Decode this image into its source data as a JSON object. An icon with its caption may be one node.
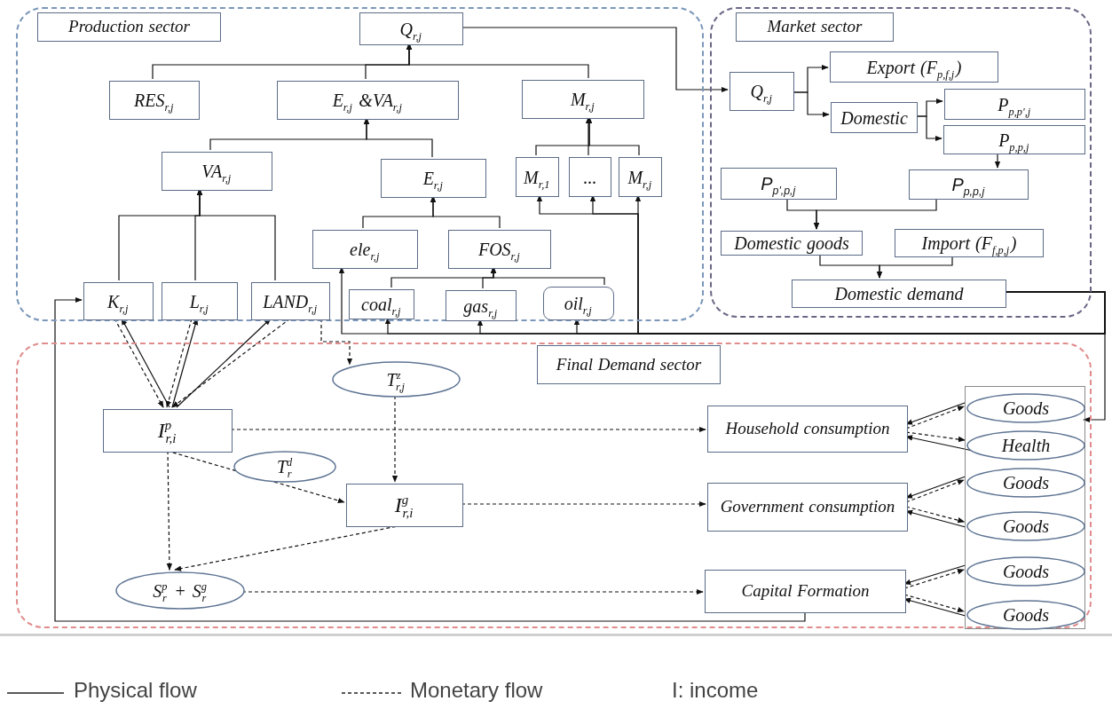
{
  "diagram": {
    "nodes": [
      {
        "text": [],
        "shape": "box"
      },
      {
        "text": [
          "Q$_{r,j}$"
        ],
        "in": 0
      },
      {
        "text": [
          "RES$_{r,j}$"
        ],
        "in": 0
      },
      {
        "text": [
          "E$_{r,j}$ &VA$_{r,j}$"
        ],
        "in": 0
      },
      {
        "text": [
          "M$_{r,j}$"
        ],
        "in": 0
      },
      {
        "text": [
          "VA$_{r,j}$"
        ],
        "in": 0
      },
      {
        "text": [
          "E$_{r,j}$"
        ],
        "in": 0
      },
      {
        "text": [
          "M$_{r,1}$"
        ],
        "in": 0
      },
      {
        "text": [
          "..."
        ],
        "in": 0
      },
      {
        "text": [
          "M$_{r,j}$"
        ],
        "in": 0
      },
      {
        "text": [
          "ele$_{r,j}$"
        ],
        "in": 0
      },
      {
        "text": [
          "FOS$_{r,j}$"
        ],
        "in": 0
      },
      {
        "text": [
          "K$_{r,j}$"
        ],
        "in": 0
      },
      {
        "text": [
          "L$_{r,j}$"
        ],
        "in": 0
      },
      {
        "text": [
          "LAND$_{r,j}$"
        ],
        "in": 0
      },
      {
        "text": [
          "coal$_{r,j}$"
        ],
        "in": 0
      },
      {
        "text": [
          "gas$_{r,j}$"
        ],
        "in": 0
      },
      {
        "text": [
          "oil$_{r,j}$"
        ],
        "in": 0
      },
      {
        "text": [],
        "shape": "box"
      },
      {
        "text": [
          "Q$_{r,j}$"
        ],
        "in": 18
      },
      {
        "text": [
          "Export (F$_{p,f,j}$)"
        ],
        "in": 18
      },
      {
        "text": [
          "Domestic"
        ],
        "in": 18
      },
      {
        "text": [
          "P$_{p,p',j}$"
        ],
        "in": 18
      },
      {
        "text": [
          "P$_{p,p,j}$"
        ],
        "in": 18
      },
      {
        "text": [
          "P$_{p',p,j}$"
        ],
        "in": 18
      },
      {
        "text": [
          "P$_{p,p,j}$"
        ],
        "in": 18
      },
      {
        "text": [
          "Domestic goods"
        ],
        "in": 18
      },
      {
        "text": [
          "Import (F$_{f,p,j}$)"
        ],
        "in": 18
      },
      {
        "text": [
          "Domestic demand"
        ],
        "in": 18
      },
      {
        "text": [],
        "shape": "box"
      },
      {
        "text": [
          "T$^{z}$$_{r,j}$"
        ],
        "in": 29
      },
      {
        "text": [
          "I$^{p}$$_{r,i}$"
        ],
        "in": 29
      },
      {
        "text": [
          "T$^{d}$$_{r}$"
        ],
        "in": 29
      },
      {
        "text": [
          "I$^{g}$$_{r,i}$"
        ],
        "in": 29
      },
      {
        "text": [
          "S$^{p}$$_{r}$ + S$^{g}$$_{r}$"
        ],
        "in": 29
      },
      {
        "text": [
          "Household consumption"
        ],
        "in": 29
      },
      {
        "text": [
          "Government consumption"
        ],
        "in": 29
      },
      {
        "text": [
          "Capital Formation"
        ],
        "in": 29
      },
      {
        "text": [],
        "shape": "box",
        "in": 29
      },
      {
        "text": [
          "Goods"
        ],
        "in": 38
      },
      {
        "text": [
          "Health"
        ],
        "in": 38
      },
      {
        "text": [
          "Goods"
        ],
        "in": 38
      },
      {
        "text": [
          "Goods"
        ],
        "in": 38
      },
      {
        "text": [
          "Goods"
        ],
        "in": 38
      },
      {
        "text": [
          "Goods"
        ],
        "in": 38
      },
      {
        "text": [
          "Production sector"
        ],
        "in": 0
      },
      {
        "text": [
          "Market sector"
        ],
        "in": 18
      },
      {
        "text": [
          "Final Demand sector"
        ],
        "in": 29
      }
    ],
    "edges": [
      {
        "from": 2,
        "to": 1,
        "arrow": "to"
      },
      {
        "from": 3,
        "to": 1,
        "arrow": "to"
      },
      {
        "from": 4,
        "to": 1,
        "arrow": "to"
      },
      {
        "from": 5,
        "to": 3,
        "arrow": "to"
      },
      {
        "from": 6,
        "to": 3,
        "arrow": "to"
      },
      {
        "from": 7,
        "to": 4,
        "arrow": "to"
      },
      {
        "from": 8,
        "to": 4,
        "arrow": "to"
      },
      {
        "from": 9,
        "to": 4,
        "arrow": "to"
      },
      {
        "from": 10,
        "to": 6,
        "arrow": "to"
      },
      {
        "from": 11,
        "to": 6,
        "arrow": "to"
      },
      {
        "from": 12,
        "to": 5,
        "arrow": "to"
      },
      {
        "from": 13,
        "to": 5,
        "arrow": "to"
      },
      {
        "from": 14,
        "to": 5,
        "arrow": "to"
      },
      {
        "from": 15,
        "to": 11,
        "arrow": "to"
      },
      {
        "from": 16,
        "to": 11,
        "arrow": "to"
      },
      {
        "from": 17,
        "to": 11,
        "arrow": "to"
      },
      {
        "from": 1,
        "to": 19,
        "arrow": "to"
      },
      {
        "from": 19,
        "to": 20,
        "arrow": "to"
      },
      {
        "from": 19,
        "to": 21,
        "arrow": "to"
      },
      {
        "from": 21,
        "to": 22,
        "arrow": "to"
      },
      {
        "from": 21,
        "to": 23,
        "arrow": "to"
      },
      {
        "from": 23,
        "to": 25,
        "arrow": "to"
      },
      {
        "from": 24,
        "to": 26,
        "arrow": "to"
      },
      {
        "from": 25,
        "to": 26,
        "arrow": "to"
      },
      {
        "from": 26,
        "to": 28,
        "arrow": "to"
      },
      {
        "from": 27,
        "to": 28,
        "arrow": "to"
      },
      {
        "from": 28,
        "to": 38,
        "arrow": "to"
      },
      {
        "from": 28,
        "to": 10,
        "arrow": "to"
      },
      {
        "from": 28,
        "to": 15,
        "arrow": "to"
      },
      {
        "from": 28,
        "to": 16,
        "arrow": "to"
      },
      {
        "from": 28,
        "to": 17,
        "arrow": "to"
      },
      {
        "from": 28,
        "to": 7,
        "arrow": "to"
      },
      {
        "from": 28,
        "to": 8,
        "arrow": "to"
      },
      {
        "from": 28,
        "to": 9,
        "arrow": "to"
      },
      {
        "from": 31,
        "to": 12,
        "arrow": "to"
      },
      {
        "from": 12,
        "to": 31,
        "arrow": "to",
        "style": "dashed"
      },
      {
        "from": 31,
        "to": 13,
        "arrow": "to"
      },
      {
        "from": 13,
        "to": 31,
        "arrow": "to",
        "style": "dashed"
      },
      {
        "from": 31,
        "to": 14,
        "arrow": "to"
      },
      {
        "from": 14,
        "to": 31,
        "arrow": "to",
        "style": "dashed"
      },
      {
        "from": 14,
        "to": 30,
        "arrow": "to",
        "style": "dashed"
      },
      {
        "from": 30,
        "to": 33,
        "arrow": "to",
        "style": "dashed"
      },
      {
        "from": 31,
        "to": 33,
        "arrow": "to",
        "style": "dashed"
      },
      {
        "from": 31,
        "to": 34,
        "arrow": "to",
        "style": "dashed"
      },
      {
        "from": 33,
        "to": 34,
        "arrow": "to",
        "style": "dashed"
      },
      {
        "from": 31,
        "to": 35,
        "arrow": "to",
        "style": "dashed"
      },
      {
        "from": 33,
        "to": 36,
        "arrow": "to",
        "style": "dashed"
      },
      {
        "from": 34,
        "to": 37,
        "arrow": "to",
        "style": "dashed"
      },
      {
        "from": 39,
        "to": 35,
        "arrow": "to"
      },
      {
        "from": 35,
        "to": 39,
        "arrow": "to",
        "style": "dashed"
      },
      {
        "from": 40,
        "to": 35,
        "arrow": "to"
      },
      {
        "from": 35,
        "to": 40,
        "arrow": "to",
        "style": "dashed"
      },
      {
        "from": 41,
        "to": 36,
        "arrow": "to"
      },
      {
        "from": 36,
        "to": 41,
        "arrow": "to",
        "style": "dashed"
      },
      {
        "from": 42,
        "to": 36,
        "arrow": "to"
      },
      {
        "from": 36,
        "to": 42,
        "arrow": "to",
        "style": "dashed"
      },
      {
        "from": 43,
        "to": 37,
        "arrow": "to"
      },
      {
        "from": 37,
        "to": 43,
        "arrow": "to",
        "style": "dashed"
      },
      {
        "from": 44,
        "to": 37,
        "arrow": "to"
      },
      {
        "from": 37,
        "to": 44,
        "arrow": "to",
        "style": "dashed"
      },
      {
        "from": 37,
        "to": 12,
        "arrow": "to"
      }
    ],
    "labels": [
      "I: income"
    ],
    "legend": [
      {
        "text": "Physical flow"
      },
      {
        "text": "Monetary flow"
      }
    ]
  }
}
